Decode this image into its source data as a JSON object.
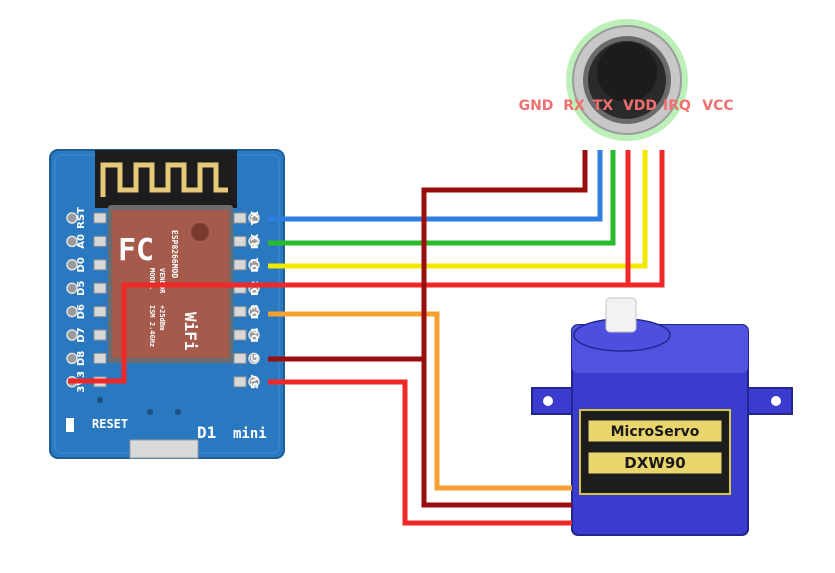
{
  "sensor": {
    "pin_labels": [
      "GND",
      "RX",
      "TX",
      "VDD",
      "IRQ",
      "VCC"
    ]
  },
  "board": {
    "left_pins": [
      "RST",
      "A0",
      "D0",
      "D5",
      "D6",
      "D7",
      "D8",
      "3V3"
    ],
    "right_pins": [
      "TX",
      "RX",
      "D1",
      "D2",
      "D3",
      "D4",
      "G",
      "5V"
    ],
    "reset_label": "RESET",
    "name_label": "D1",
    "mini_label": "mini",
    "chip_labels": [
      "FC",
      "MODEL",
      "VENDOR",
      "ESP8266MOD",
      "ISM 2.4GHz",
      "+25dBm",
      "WiFi"
    ]
  },
  "servo": {
    "brand_label": "MicroServo",
    "model_label": "DXW90"
  },
  "colors": {
    "blue": "#2e7de0",
    "green": "#2cb82c",
    "yellow": "#f2e800",
    "red": "#f02828",
    "dark_red": "#9a0d0d",
    "orange": "#f5a030",
    "board": "#2a78bf",
    "servo": "#3a3ccf"
  },
  "wires": [
    {
      "from": "board.TX",
      "to": "sensor.RX",
      "color": "blue"
    },
    {
      "from": "board.RX",
      "to": "sensor.TX",
      "color": "green"
    },
    {
      "from": "board.D1",
      "to": "sensor.IRQ",
      "color": "yellow"
    },
    {
      "from": "board.3V3",
      "to": "sensor.VDD",
      "color": "red"
    },
    {
      "from": "board.3V3",
      "to": "sensor.VCC",
      "color": "red"
    },
    {
      "from": "board.G",
      "to": "sensor.GND",
      "color": "dark_red"
    },
    {
      "from": "board.G",
      "to": "servo.GND",
      "color": "dark_red"
    },
    {
      "from": "board.D3",
      "to": "servo.signal",
      "color": "orange"
    },
    {
      "from": "board.5V",
      "to": "servo.VCC",
      "color": "red"
    }
  ]
}
